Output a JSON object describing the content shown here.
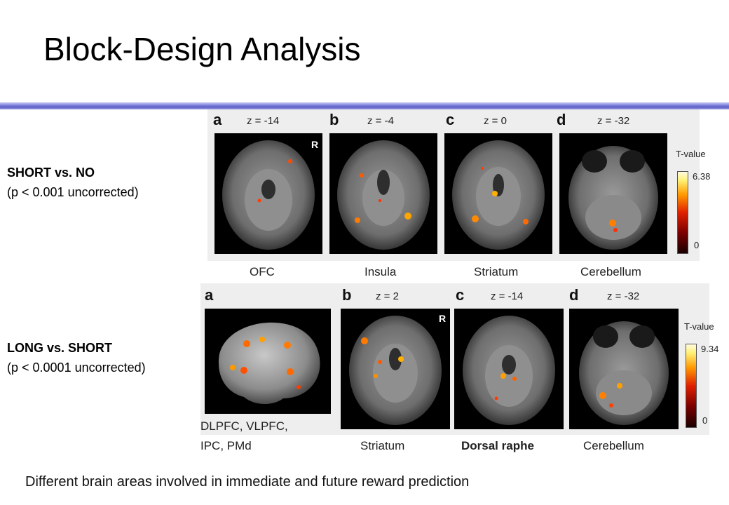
{
  "title": "Block-Design Analysis",
  "row1": {
    "condition_line1": "SHORT vs. NO",
    "condition_line2": "(p < 0.001 uncorrected)",
    "panels": [
      {
        "letter": "a",
        "z": "z = -14",
        "marker": "R"
      },
      {
        "letter": "b",
        "z": "z = -4"
      },
      {
        "letter": "c",
        "z": "z = 0"
      },
      {
        "letter": "d",
        "z": "z = -32"
      }
    ],
    "colorbar": {
      "label": "T-value",
      "max": "6.38",
      "min": "0"
    },
    "regions": [
      "OFC",
      "Insula",
      "Striatum",
      "Cerebellum"
    ]
  },
  "row2": {
    "condition_line1": "LONG vs. SHORT",
    "condition_line2": "(p < 0.0001 uncorrected)",
    "panels": [
      {
        "letter": "a"
      },
      {
        "letter": "b",
        "z": "z = 2",
        "marker": "R"
      },
      {
        "letter": "c",
        "z": "z = -14"
      },
      {
        "letter": "d",
        "z": "z = -32"
      }
    ],
    "colorbar": {
      "label": "T-value",
      "max": "9.34",
      "min": "0"
    },
    "left_regions_line1": "DLPFC, VLPFC,",
    "left_regions_line2": "IPC, PMd",
    "regions": [
      "Striatum",
      "Dorsal raphe",
      "Cerebellum"
    ]
  },
  "footer": "Different brain areas involved in immediate and future reward prediction"
}
